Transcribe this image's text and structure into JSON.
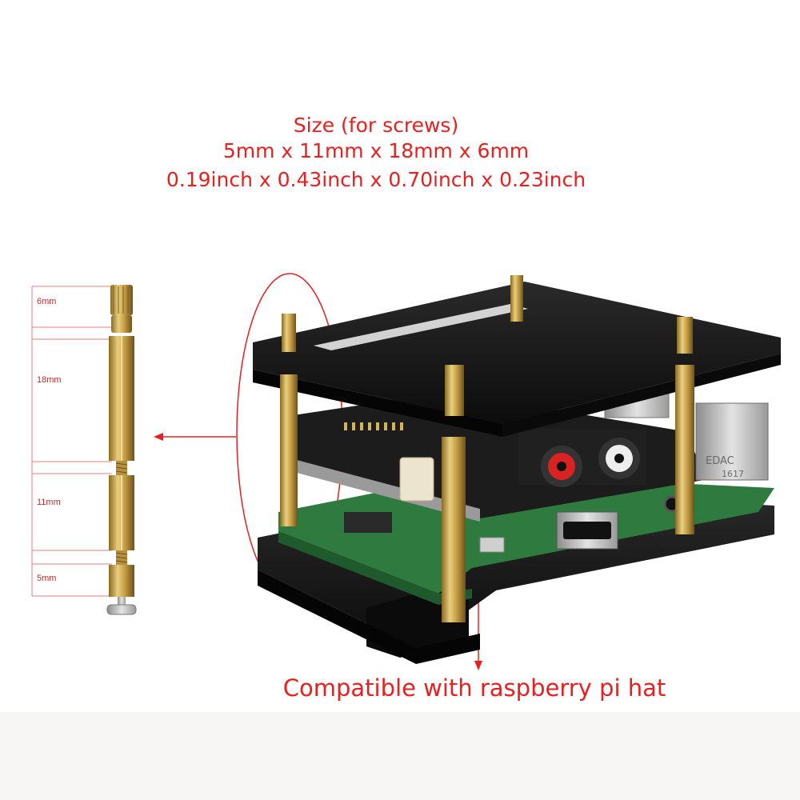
{
  "heading": {
    "line1": "Size (for screws)",
    "line2": "5mm x 11mm x 18mm x 6mm",
    "line3": "0.19inch x 0.43inch x 0.70inch x 0.23inch"
  },
  "dimensions": {
    "d6": "6mm",
    "d18": "18mm",
    "d11": "11mm",
    "d5": "5mm"
  },
  "board_markings": {
    "jack_text": "EDAC",
    "jack_code": "1617"
  },
  "caption": "Compatible with raspberry pi hat",
  "colors": {
    "annotation_red": "#e8201f",
    "brass": "#c9a24a",
    "acrylic_black": "#121212",
    "pcb_green": "#2f7a3e"
  }
}
